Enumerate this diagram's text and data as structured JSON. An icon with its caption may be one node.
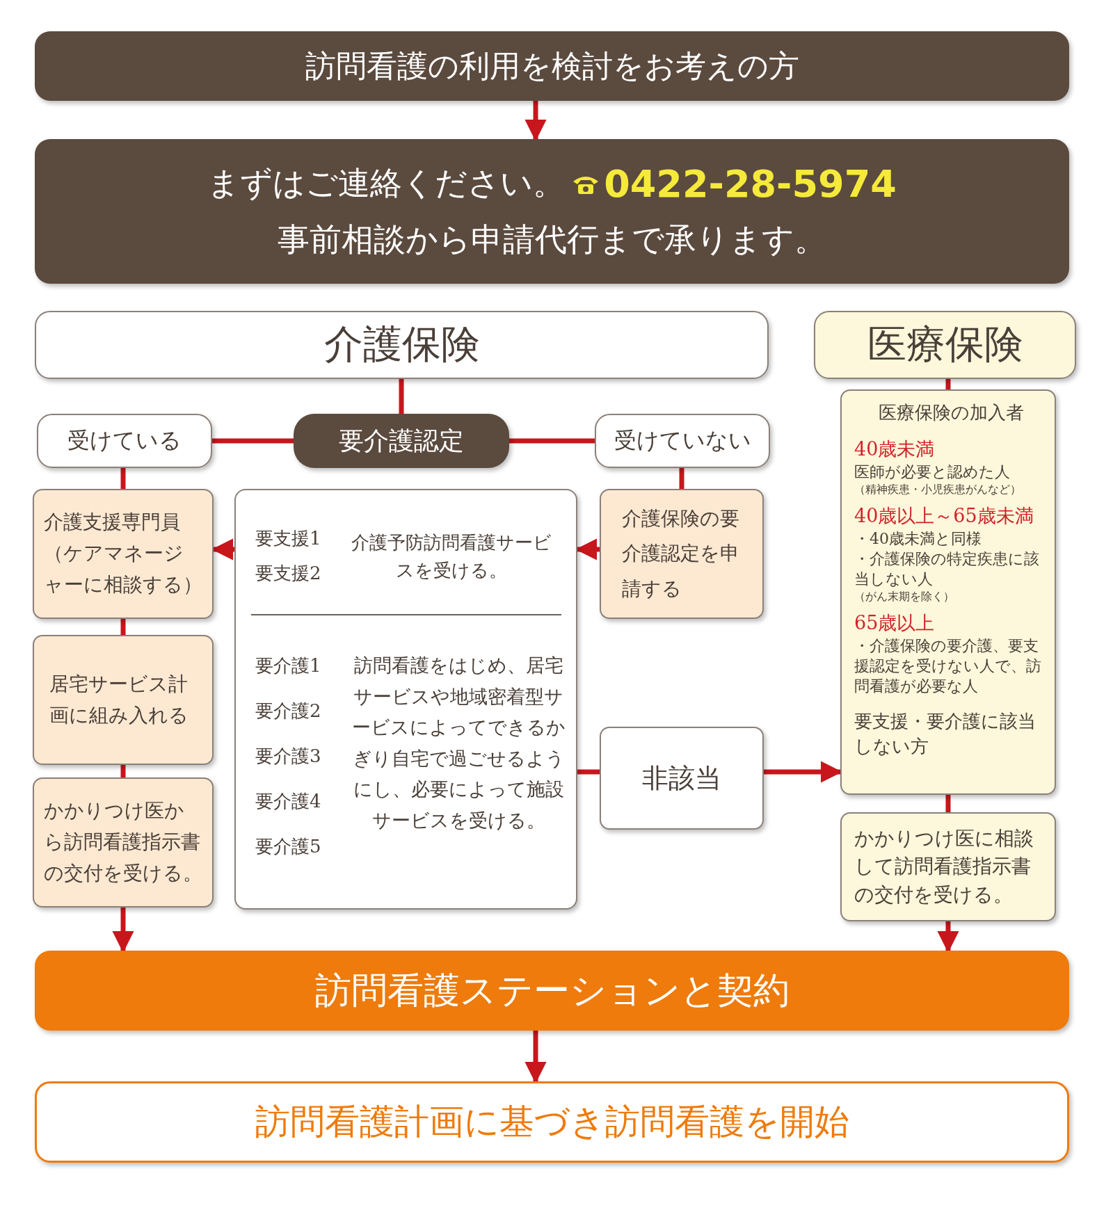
{
  "diagram": {
    "nodes": [
      {
        "text": [
          "訪問看護の利用を検討をお考えの方"
        ]
      },
      {
        "text": [
          "まずはご連絡ください。",
          "0422-28-5974",
          "事前相談から申請代行まで承ります。"
        ]
      },
      {
        "text": [
          "介護保険"
        ]
      },
      {
        "text": [
          "医療保険"
        ]
      },
      {
        "text": [
          "要介護認定"
        ]
      },
      {
        "text": [
          "受けている"
        ]
      },
      {
        "text": [
          "受けていない"
        ]
      },
      {
        "text": [
          "介護支援専門員（ケアマネージャーに相談する）"
        ]
      },
      {
        "text": [
          "要支援1",
          "要支援2",
          "介護予防訪問看護サービスを受ける。",
          "要介護1",
          "要介護2",
          "要介護3",
          "要介護4",
          "要介護5",
          "訪問看護をはじめ、居宅サービスや地域密着型サービスによってできるかぎり自宅で過ごせるようにし、必要によって施設サービスを受ける。"
        ]
      },
      {
        "text": [
          "介護保険の要介護認定を申請する"
        ]
      },
      {
        "text": [
          "居宅サービス計画に組み入れる"
        ]
      },
      {
        "text": [
          "非該当"
        ]
      },
      {
        "text": [
          "かかりつけ医から訪問看護指示書の交付を受ける。"
        ]
      },
      {
        "text": [
          "医療保険の加入者",
          "40歳未満",
          "医師が必要と認めた人",
          "（精神疾患・小児疾患がんなど）",
          "40歳以上～65歳未満",
          "・40歳未満と同様",
          "・介護保険の特定疾患に該当しない人",
          "（がん末期を除く）",
          "65歳以上",
          "・介護保険の要介護、要支援認定を受けない人で、訪問看護が必要な人",
          "要支援・要介護に該当しない方"
        ]
      },
      {
        "text": [
          "かかりつけ医に相談して訪問看護指示書の交付を受ける。"
        ]
      },
      {
        "text": [
          "訪問看護ステーションと契約"
        ]
      },
      {
        "text": [
          "訪問看護計画に基づき訪問看護を開始"
        ]
      }
    ],
    "edges": [
      {
        "from": 0,
        "to": 1,
        "arrow": "to"
      },
      {
        "from": 2,
        "to": 4,
        "arrow": "none"
      },
      {
        "from": 4,
        "to": 5,
        "arrow": "none"
      },
      {
        "from": 4,
        "to": 6,
        "arrow": "none"
      },
      {
        "from": 5,
        "to": 7,
        "arrow": "none"
      },
      {
        "from": 7,
        "to": 10,
        "arrow": "none"
      },
      {
        "from": 10,
        "to": 12,
        "arrow": "none"
      },
      {
        "from": 12,
        "to": 15,
        "arrow": "to"
      },
      {
        "from": 6,
        "to": 9,
        "arrow": "none"
      },
      {
        "from": 9,
        "to": 8,
        "arrow": "to"
      },
      {
        "from": 8,
        "to": 7,
        "arrow": "to"
      },
      {
        "from": 8,
        "to": 11,
        "arrow": "none"
      },
      {
        "from": 11,
        "to": 13,
        "arrow": "to"
      },
      {
        "from": 3,
        "to": 13,
        "arrow": "none"
      },
      {
        "from": 13,
        "to": 14,
        "arrow": "none"
      },
      {
        "from": 14,
        "to": 15,
        "arrow": "to"
      },
      {
        "from": 15,
        "to": 16,
        "arrow": "to"
      }
    ]
  }
}
